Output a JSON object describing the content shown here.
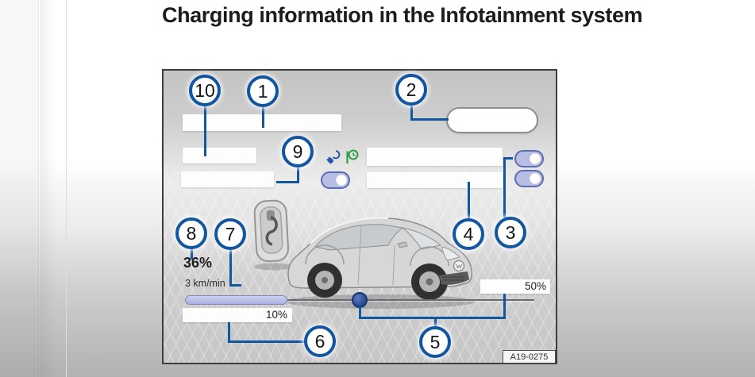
{
  "page": {
    "title": "Charging information in the Infotainment system"
  },
  "figure": {
    "code": "A19-0275",
    "callouts": {
      "c1": "1",
      "c2": "2",
      "c3": "3",
      "c4": "4",
      "c5": "5",
      "c6": "6",
      "c7": "7",
      "c8": "8",
      "c9": "9",
      "c10": "10"
    },
    "readouts": {
      "battery_level": "36%",
      "charge_rate": "3 km/min",
      "min_charge_level": "10%",
      "target_charge_level": "50%"
    },
    "icons": {
      "left": "plug-cable-icon",
      "right": "charge-timer-icon"
    },
    "colors": {
      "callout_blue": "#1256a0",
      "toggle_fill": "#b7bde3",
      "toggle_border": "#5c6cb0",
      "icon_blue": "#2b55a8",
      "icon_green": "#2f9e46"
    }
  }
}
